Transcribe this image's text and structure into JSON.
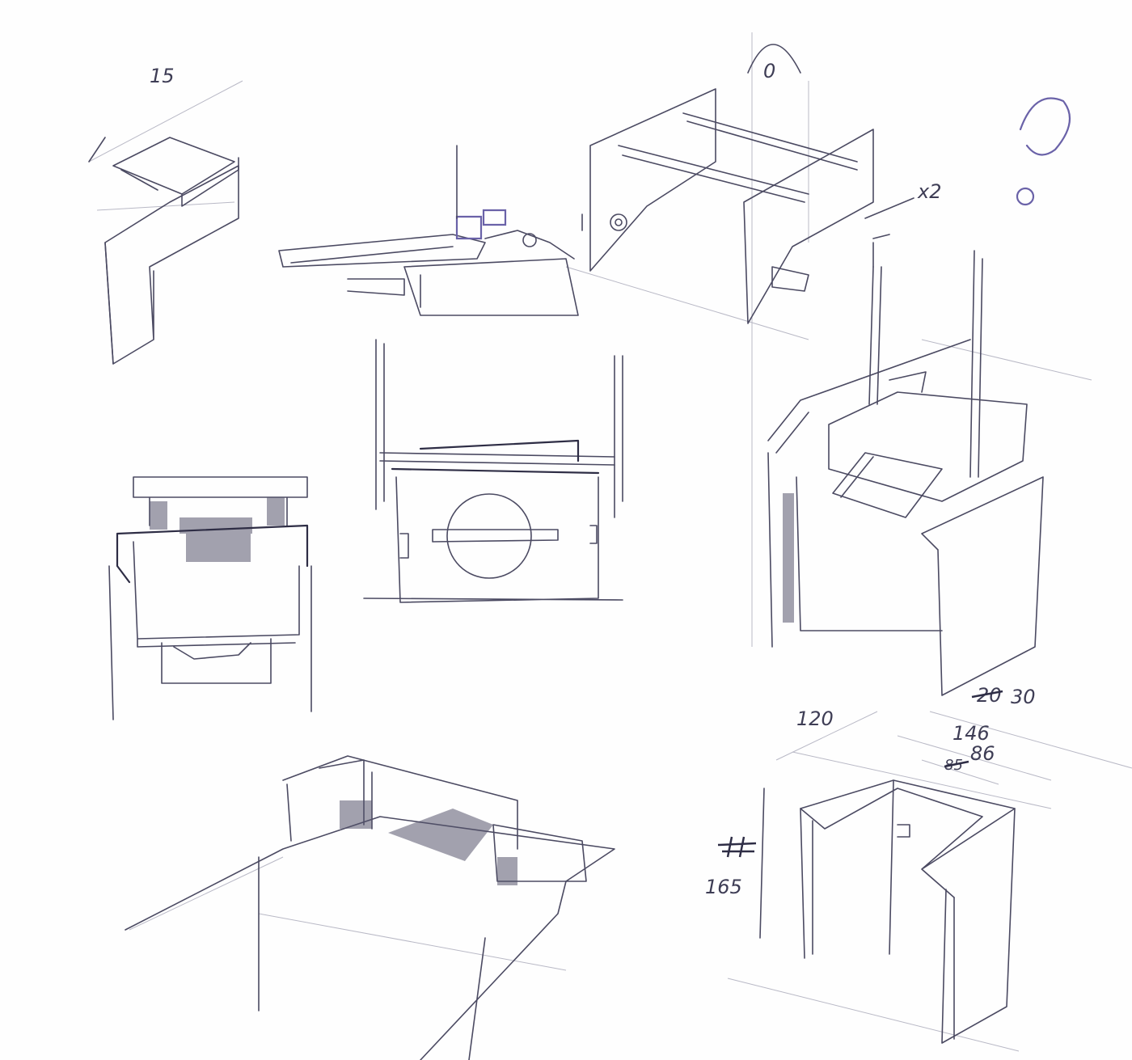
{
  "sketch": {
    "ink_color": "#4b4a62",
    "accent_color": "#6a62a8",
    "annotations": {
      "top_left_width": "15",
      "quantity": "x2",
      "top_hole": "0",
      "question_mark": "?",
      "depth": "120",
      "struck_value": "20",
      "corrected_value": "30",
      "width_outer": "146",
      "struck_inner": "85",
      "width_inner": "86",
      "height": "165"
    }
  }
}
